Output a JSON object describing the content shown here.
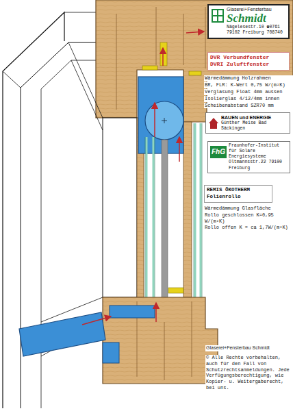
{
  "diagram": {
    "nodes": [
      {
        "text": [
          "Glaserei+Fensterbau",
          "Schmidt",
          "Nägelesestr.10 ☎0761",
          "79102 Freiburg 708740"
        ]
      },
      {
        "text": [
          "DVR Verbundfenster",
          "DVRI Zuluftfenster"
        ]
      },
      {
        "text": [
          "BAUEN und ENERGIE",
          "Günther Meise Bad Säckingen"
        ]
      },
      {
        "text": [
          "FhG",
          "Fraunhofer-Institut für Solare Energiesysteme",
          "Oltmannsstr.22 79100 Freiburg"
        ]
      },
      {
        "text": [
          "REMIS ÖKOTHERM Folienrollo"
        ]
      }
    ],
    "edges": [],
    "labels": [
      "Wärmedämmung Holzrahmen",
      "BR, FLR: K-Wert 0,75 W/(m²K)",
      "Verglasung Float 4mm aussen",
      "Isolierglas 4/12/4mm innen",
      "Scheibenabstand SZR70 mm",
      "Wärmedämmung Glasfläche",
      "Rollo geschlossen K=0,95 W/(m²K)",
      "Rollo offen K = ca 1,7W/(m²K)",
      "Glaserei+Fensterbau Schmidt",
      "© Alle Rechte vorbehalten, auch für den Fall von Schutzrechtsanmeldungen. Jede Verfügungsberechtigung, wie Kopier- u. Weitergaberecht, bei uns."
    ]
  }
}
